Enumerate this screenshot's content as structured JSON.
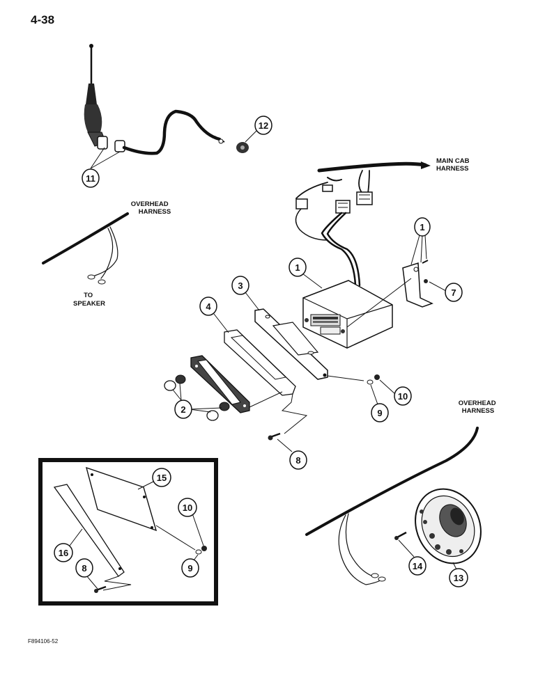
{
  "page_number": "4-38",
  "figure_id": "F894106-52",
  "labels": {
    "main_cab_harness": [
      "MAIN CAB",
      "HARNESS"
    ],
    "overhead_harness_left": [
      "OVERHEAD",
      "HARNESS"
    ],
    "to_speaker": [
      "TO",
      "SPEAKER"
    ],
    "overhead_harness_right": [
      "OVERHEAD",
      "HARNESS"
    ]
  },
  "callouts": {
    "c11": "11",
    "c12": "12",
    "c1a": "1",
    "c1b": "1",
    "c7": "7",
    "c3": "3",
    "c4": "4",
    "c2": "2",
    "c10a": "10",
    "c9a": "9",
    "c8a": "8",
    "c15": "15",
    "c10b": "10",
    "c16": "16",
    "c9b": "9",
    "c8b": "8",
    "c14": "14",
    "c13": "13"
  }
}
